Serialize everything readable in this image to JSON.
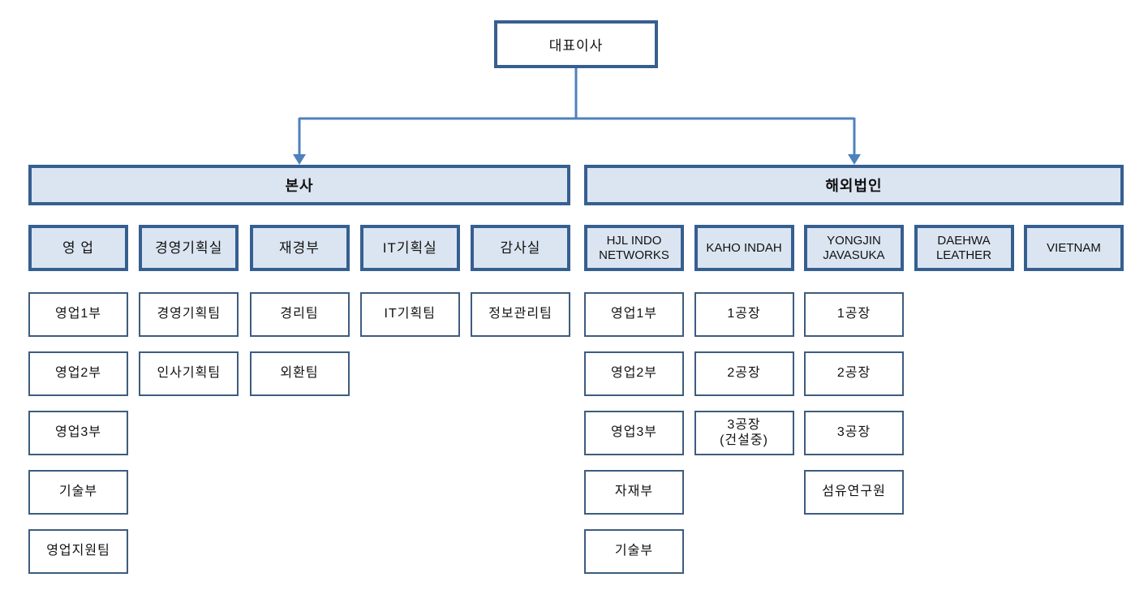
{
  "root": {
    "label": "대표이사"
  },
  "groups": [
    {
      "label": "본사",
      "columns": [
        {
          "head": "영 업",
          "children": [
            "영업1부",
            "영업2부",
            "영업3부",
            "기술부",
            "영업지원팀"
          ]
        },
        {
          "head": "경영기획실",
          "children": [
            "경영기획팀",
            "인사기획팀"
          ]
        },
        {
          "head": "재경부",
          "children": [
            "경리팀",
            "외환팀"
          ]
        },
        {
          "head": "IT기획실",
          "children": [
            "IT기획팀"
          ]
        },
        {
          "head": "감사실",
          "children": [
            "정보관리팀"
          ]
        }
      ]
    },
    {
      "label": "해외법인",
      "columns": [
        {
          "head": "HJL INDO NETWORKS",
          "children": [
            "영업1부",
            "영업2부",
            "영업3부",
            "자재부",
            "기술부"
          ]
        },
        {
          "head": "KAHO INDAH",
          "children": [
            "1공장",
            "2공장",
            "3공장\n(건설중)"
          ]
        },
        {
          "head": "YONGJIN JAVASUKA",
          "children": [
            "1공장",
            "2공장",
            "3공장",
            "섬유연구원"
          ]
        },
        {
          "head": "DAEHWA LEATHER",
          "children": []
        },
        {
          "head": "VIETNAM",
          "children": []
        }
      ]
    }
  ],
  "colors": {
    "connector": "#4f81bd",
    "strong_border": "#365f91",
    "light_fill": "#dbe5f1",
    "leaf_border": "#3e5c7e"
  }
}
